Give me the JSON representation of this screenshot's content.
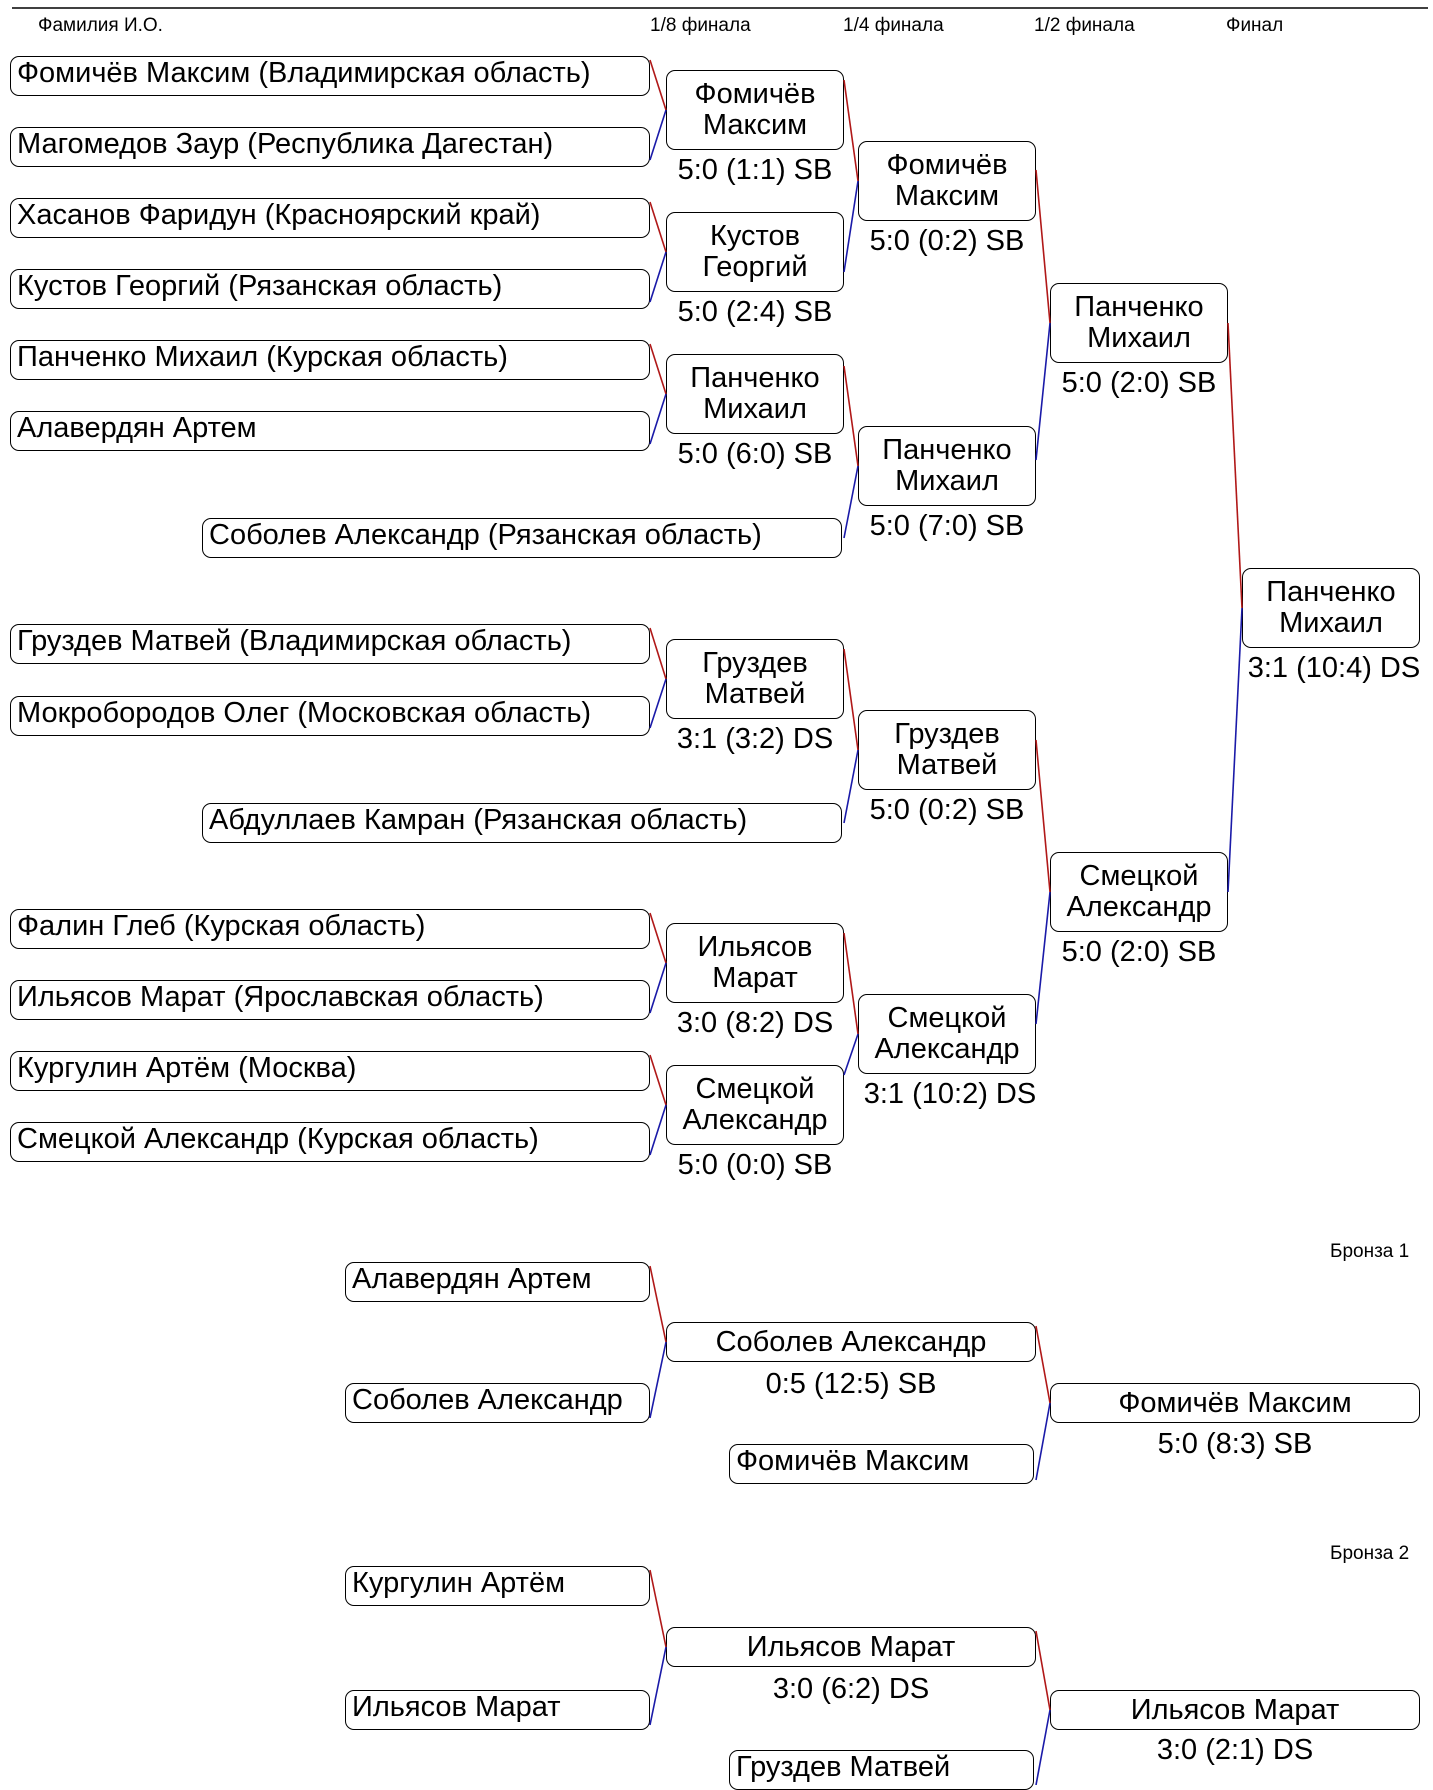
{
  "header": {
    "name_col": "Фамилия И.О.",
    "r16": "1/8 финала",
    "qf": "1/4 финала",
    "sf": "1/2 финала",
    "final": "Финал"
  },
  "participants": [
    "Фомичёв Максим (Владимирская область)",
    "Магомедов Заур (Республика Дагестан)",
    "Хасанов Фаридун (Красноярский край)",
    "Кустов Георгий (Рязанская область)",
    "Панченко Михаил (Курская область)",
    "Алавердян Артем",
    "Соболев Александр (Рязанская область)",
    "Груздев Матвей (Владимирская область)",
    "Мокробородов Олег (Московская область)",
    "Абдуллаев Камран (Рязанская область)",
    "Фалин Глеб (Курская область)",
    "Ильясов Марат (Ярославская область)",
    "Кургулин Артём (Москва)",
    "Смецкой Александр (Курская область)"
  ],
  "r16": [
    {
      "winner": [
        "Фомичёв",
        "Максим"
      ],
      "score": "5:0 (1:1) SB"
    },
    {
      "winner": [
        "Кустов",
        "Георгий"
      ],
      "score": "5:0 (2:4) SB"
    },
    {
      "winner": [
        "Панченко",
        "Михаил"
      ],
      "score": "5:0 (6:0) SB"
    },
    {
      "winner": [
        "Груздев",
        "Матвей"
      ],
      "score": "3:1 (3:2) DS"
    },
    {
      "winner": [
        "Ильясов",
        "Марат"
      ],
      "score": "3:0 (8:2) DS"
    },
    {
      "winner": [
        "Смецкой",
        "Александр"
      ],
      "score": "5:0 (0:0) SB"
    }
  ],
  "qf": [
    {
      "winner": [
        "Фомичёв",
        "Максим"
      ],
      "score": "5:0 (0:2) SB"
    },
    {
      "winner": [
        "Панченко",
        "Михаил"
      ],
      "score": "5:0 (7:0) SB"
    },
    {
      "winner": [
        "Груздев",
        "Матвей"
      ],
      "score": "5:0 (0:2) SB"
    },
    {
      "winner": [
        "Смецкой",
        "Александр"
      ],
      "score": "3:1 (10:2) DS"
    }
  ],
  "sf": [
    {
      "winner": [
        "Панченко",
        "Михаил"
      ],
      "score": "5:0 (2:0) SB"
    },
    {
      "winner": [
        "Смецкой",
        "Александр"
      ],
      "score": "5:0 (2:0) SB"
    }
  ],
  "final": {
    "winner": [
      "Панченко",
      "Михаил"
    ],
    "score": "3:1 (10:4) DS"
  },
  "bronze1": {
    "label": "Бронза 1",
    "p1": "Алавердян Артем",
    "p2": "Соболев Александр",
    "semi_winner": "Соболев Александр",
    "semi_score": "0:5 (12:5) SB",
    "p3": "Фомичёв Максим",
    "winner": "Фомичёв Максим",
    "score": "5:0 (8:3) SB"
  },
  "bronze2": {
    "label": "Бронза 2",
    "p1": "Кургулин Артём",
    "p2": "Ильясов Марат",
    "semi_winner": "Ильясов Марат",
    "semi_score": "3:0 (6:2) DS",
    "p3": "Груздев Матвей",
    "winner": "Ильясов Марат",
    "score": "3:0 (2:1) DS"
  },
  "colors": {
    "top_line": "#b01818",
    "bottom_line": "#1a1aa8",
    "border": "#000000"
  }
}
